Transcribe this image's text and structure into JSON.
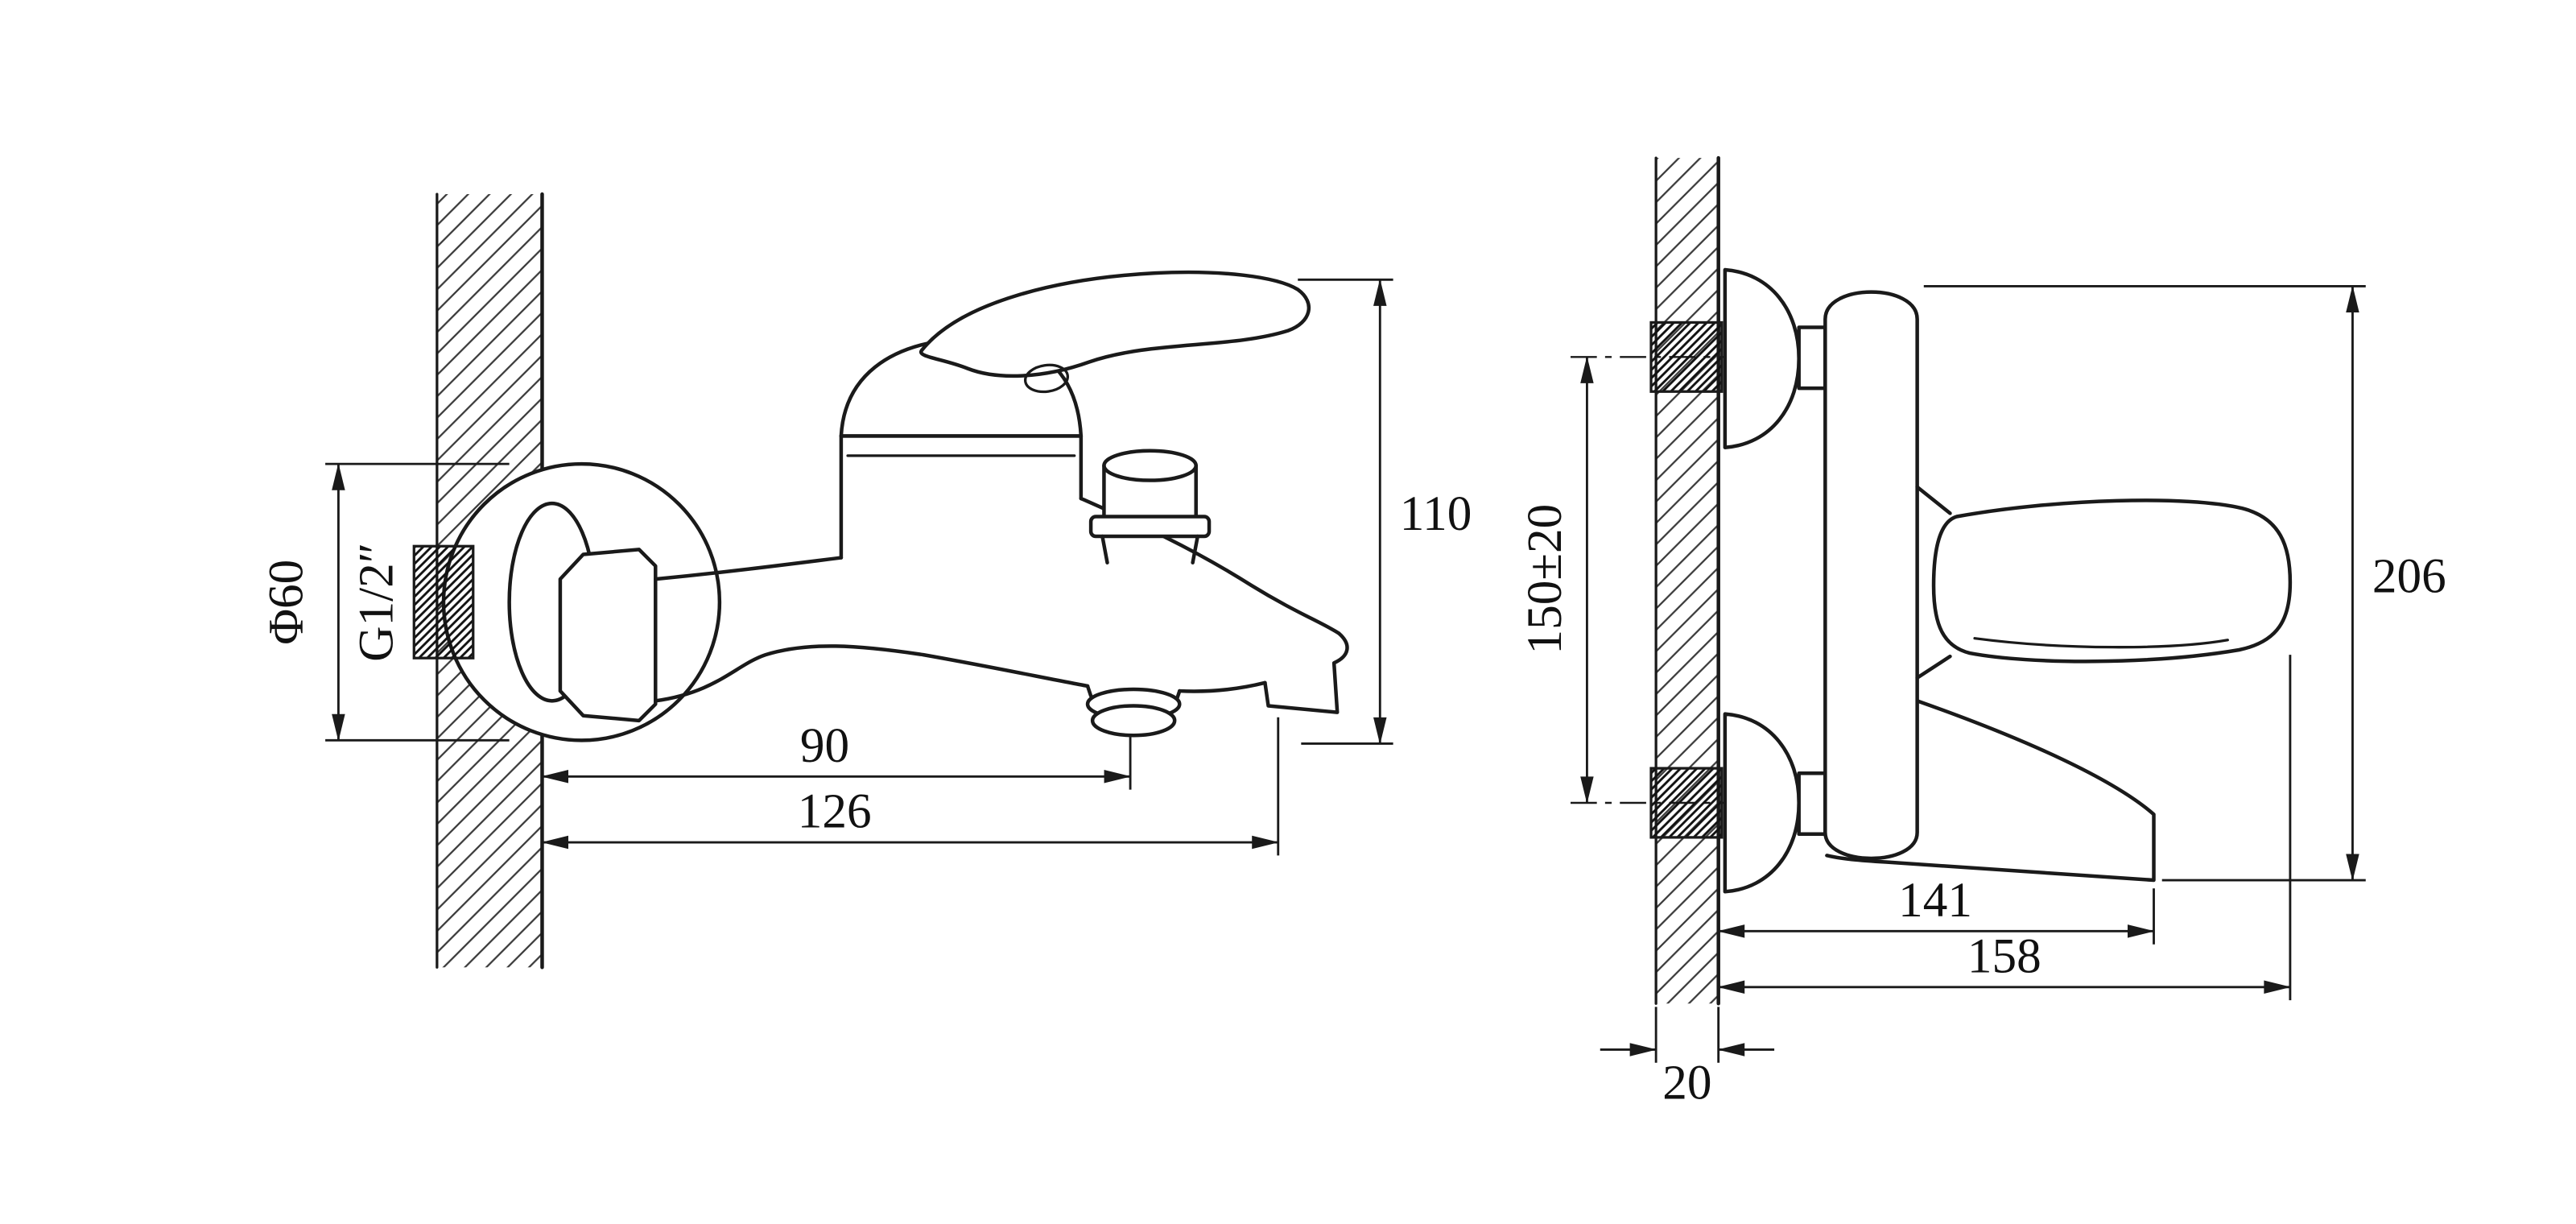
{
  "drawing": {
    "type": "technical-dimension-drawing",
    "subject": "wall-mounted bath mixer faucet, side view and front view",
    "line_color": "#1a1a1a",
    "background": "#ffffff"
  },
  "dims": {
    "left": {
      "diameter": "Φ60",
      "thread": "G1/2″",
      "height": "110",
      "reach_center": "90",
      "reach_total": "126"
    },
    "right": {
      "spacing": "150±20",
      "height": "206",
      "reach": "141",
      "reach_total": "158",
      "wall": "20"
    }
  }
}
